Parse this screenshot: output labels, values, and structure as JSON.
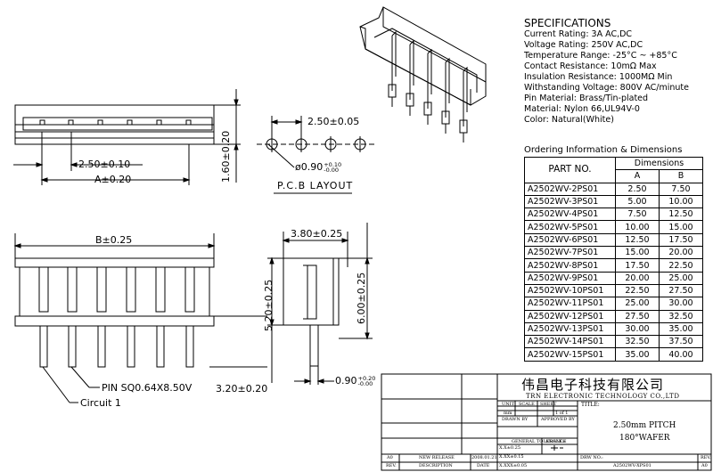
{
  "specifications": {
    "title": "SPECIFICATIONS",
    "lines": [
      "Current Rating: 3A AC,DC",
      "Voltage Rating: 250V AC,DC",
      "Temperature Range: -25°C ~ +85°C",
      "Contact Resistance: 10mΩ Max",
      "Insulation Resistance: 1000MΩ Min",
      "Withstanding Voltage: 800V AC/minute",
      "Pin Material: Brass/Tin-plated",
      "Material: Nylon 66,UL94V-0",
      "Color: Natural(White)"
    ]
  },
  "ordering": {
    "title": "Ordering Information & Dimensions",
    "col_part": "PART NO.",
    "col_dims": "Dimensions",
    "col_a": "A",
    "col_b": "B",
    "rows": [
      {
        "part": "A2502WV-2PS01",
        "a": "2.50",
        "b": "7.50"
      },
      {
        "part": "A2502WV-3PS01",
        "a": "5.00",
        "b": "10.00"
      },
      {
        "part": "A2502WV-4PS01",
        "a": "7.50",
        "b": "12.50"
      },
      {
        "part": "A2502WV-5PS01",
        "a": "10.00",
        "b": "15.00"
      },
      {
        "part": "A2502WV-6PS01",
        "a": "12.50",
        "b": "17.50"
      },
      {
        "part": "A2502WV-7PS01",
        "a": "15.00",
        "b": "20.00"
      },
      {
        "part": "A2502WV-8PS01",
        "a": "17.50",
        "b": "22.50"
      },
      {
        "part": "A2502WV-9PS01",
        "a": "20.00",
        "b": "25.00"
      },
      {
        "part": "A2502WV-10PS01",
        "a": "22.50",
        "b": "27.50"
      },
      {
        "part": "A2502WV-11PS01",
        "a": "25.00",
        "b": "30.00"
      },
      {
        "part": "A2502WV-12PS01",
        "a": "27.50",
        "b": "32.50"
      },
      {
        "part": "A2502WV-13PS01",
        "a": "30.00",
        "b": "35.00"
      },
      {
        "part": "A2502WV-14PS01",
        "a": "32.50",
        "b": "37.50"
      },
      {
        "part": "A2502WV-15PS01",
        "a": "35.00",
        "b": "40.00"
      }
    ]
  },
  "dimensions": {
    "pitch_top": "2.50±0.05",
    "hole_dia": "ø0.90",
    "hole_tol_plus": "+0.10",
    "hole_tol_minus": "-0.00",
    "pcb_layout": "P.C.B LAYOUT",
    "height_top": "1.60±0.20",
    "pitch_front": "2.50±0.10",
    "dim_a": "A±0.20",
    "dim_b": "B±0.25",
    "side_width": "3.80±0.25",
    "side_h1": "5.20±0.25",
    "side_h2": "6.00±0.25",
    "pin_tail": "3.20±0.20",
    "pin_width": "0.90",
    "pin_width_tol_plus": "+0.20",
    "pin_width_tol_minus": "-0.00",
    "pin_label": "PIN SQ0.64X8.50V",
    "circuit_label": "Circuit 1"
  },
  "title_block": {
    "company_cn": "伟昌电子科技有限公司",
    "company_en": "TRN ELECTRONIC TECHNOLOGY CO.,LTD",
    "unit": "UNIT",
    "scale": "SCALE",
    "sheet": "SHEET",
    "title_label": "TITLE:",
    "unit_val": "mm",
    "sheet_val": "1 of 1",
    "drawn_by": "DRAWN BY",
    "approved_by": "APPROVED BY",
    "title_line1": "2.50mm PITCH",
    "title_line2": "180°WAFER",
    "general_tolerance": "GENERAL TOLERANCE",
    "tol1": "X.X±0.25",
    "tol2": "X.XX±0.15",
    "tol3": "X.XXX±0.05",
    "angle": "ANGLE±",
    "rev_a0": "A0",
    "new_release": "NEW RELEASE",
    "date_val": "2008.01.21",
    "rev": "REV.",
    "description": "DESCRIPTION",
    "date": "DATE",
    "drw_no_label": "DRW NO.:",
    "drw_no": "A2502WV-XPS01",
    "rev_val": "A0"
  }
}
